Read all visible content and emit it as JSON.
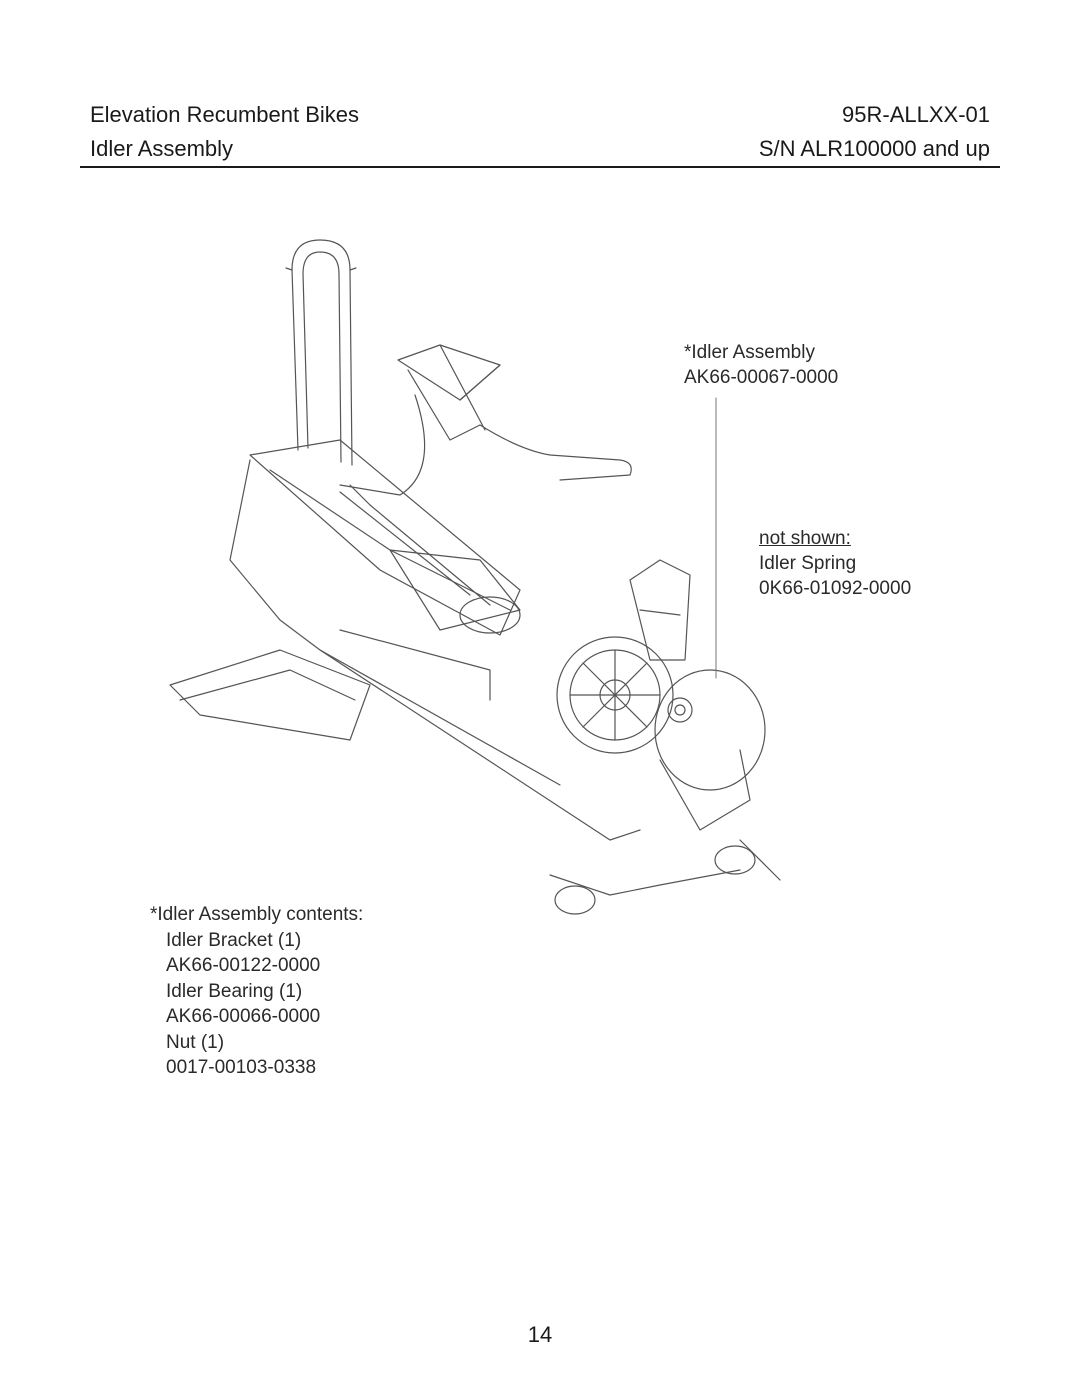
{
  "header": {
    "product": "Elevation Recumbent Bikes",
    "model_code": "95R-ALLXX-01",
    "section": "Idler Assembly",
    "serial_range": "S/N ALR100000 and up"
  },
  "callouts": {
    "assembly_label": "*Idler Assembly",
    "assembly_part": "AK66-00067-0000",
    "not_shown_label": "not shown:",
    "spring_label": "Idler Spring",
    "spring_part": "0K66-01092-0000"
  },
  "contents": {
    "title": "*Idler Assembly contents:",
    "items": [
      {
        "name": "Idler Bracket (1)",
        "part": "AK66-00122-0000"
      },
      {
        "name": "Idler Bearing (1)",
        "part": "AK66-00066-0000"
      },
      {
        "name": "Nut (1)",
        "part": "0017-00103-0338"
      }
    ]
  },
  "page_number": "14",
  "colors": {
    "ink": "#1a1a1a",
    "line": "#555555"
  }
}
